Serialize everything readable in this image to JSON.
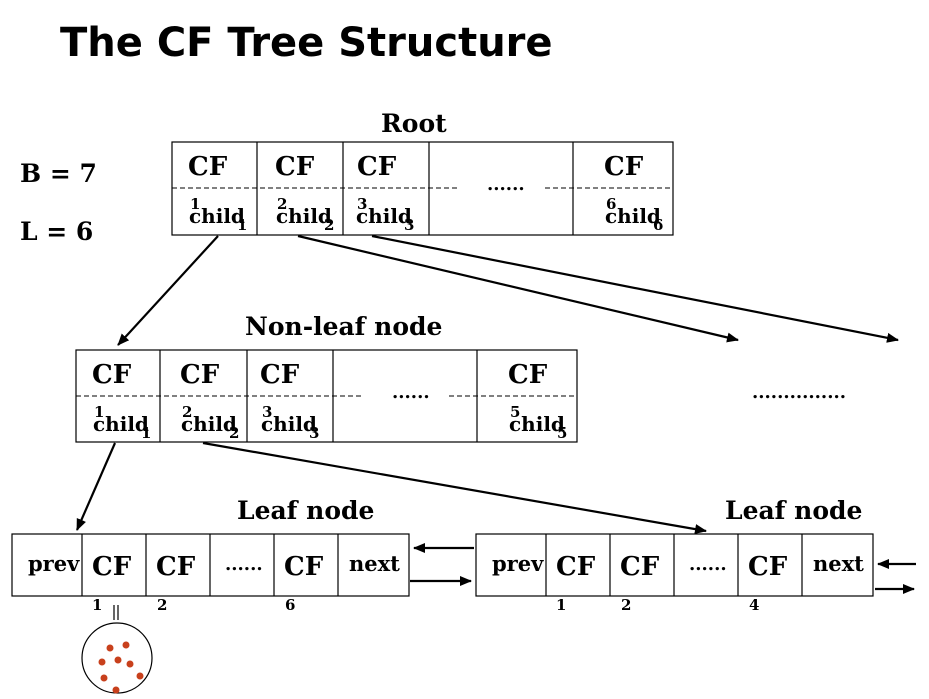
{
  "title": "The CF Tree Structure",
  "params": {
    "b": "B = 7",
    "l": "L = 6"
  },
  "root": {
    "label": "Root",
    "cf": "CF",
    "dots": "......",
    "children": [
      {
        "sup": "1",
        "text": "child",
        "sub": "1"
      },
      {
        "sup": "2",
        "text": "child",
        "sub": "2"
      },
      {
        "sup": "3",
        "text": "child",
        "sub": "3"
      },
      {
        "sup": "6",
        "text": "child",
        "sub": "6"
      }
    ]
  },
  "nonleaf": {
    "label": "Non-leaf node",
    "cf": "CF",
    "dots": "......",
    "children": [
      {
        "sup": "1",
        "text": "child",
        "sub": "1"
      },
      {
        "sup": "2",
        "text": "child",
        "sub": "2"
      },
      {
        "sup": "3",
        "text": "child",
        "sub": "3"
      },
      {
        "sup": "5",
        "text": "child",
        "sub": "5"
      }
    ]
  },
  "more": "...............",
  "leaf1": {
    "label": "Leaf node",
    "prev": "prev",
    "next": "next",
    "cf": "CF",
    "dots": "......",
    "indices": [
      "1",
      "2",
      "6"
    ]
  },
  "leaf2": {
    "label": "Leaf node",
    "prev": "prev",
    "next": "next",
    "cf": "CF",
    "dots": "......",
    "indices": [
      "1",
      "2",
      "4"
    ]
  },
  "colors": {
    "cluster_point": "#c8401c",
    "line": "#000000"
  }
}
